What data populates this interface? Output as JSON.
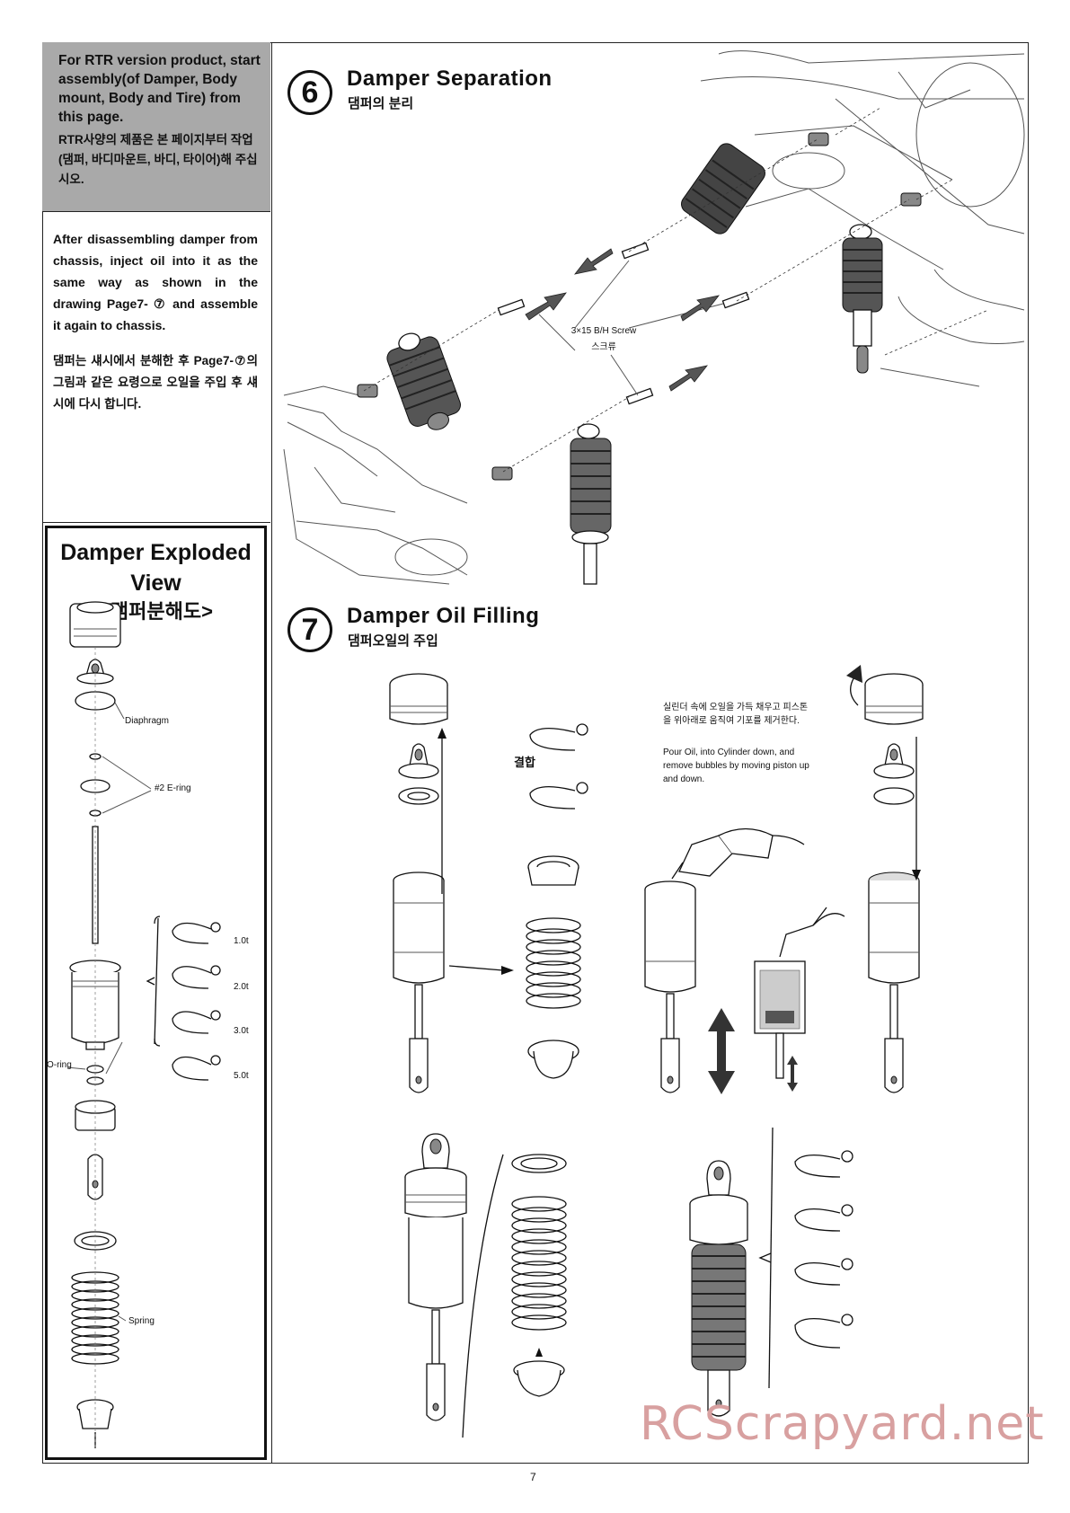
{
  "left": {
    "rtr_en": "For RTR version product, start assembly(of Damper, Body mount, Body and Tire) from this page.",
    "rtr_kr": "RTR사양의 제품은 본 페이지부터 작업(댐퍼, 바디마운트, 바디, 타이어)해 주십시오.",
    "info_en": "After disassembling damper from chassis, inject oil into it as the same way as shown in the drawing Page7- ⑦ and assemble it again to chassis.",
    "info_kr": "댐퍼는 섀시에서 분해한 후 Page7-⑦의 그림과 같은 요령으로 오일을 주입 후 섀시에 다시 합니다."
  },
  "exploded": {
    "title": "Damper Exploded View",
    "title_kr": "<댐퍼분해도>",
    "labels": {
      "diaphragm": "Diaphragm",
      "ering": "#2 E-ring",
      "oring": "O-ring",
      "spring": "Spring",
      "clip1": "1.0t",
      "clip2": "2.0t",
      "clip3": "3.0t",
      "clip4": "5.0t"
    }
  },
  "step6": {
    "number": "6",
    "title": "Damper Separation",
    "title_kr": "댐퍼의 분리",
    "screw_label": "3×15 B/H Screw",
    "screw_label_kr": "스크류"
  },
  "step7": {
    "number": "7",
    "title": "Damper Oil Filling",
    "title_kr": "댐퍼오일의 주입",
    "combine_kr": "결합",
    "note_kr": "실린더 속에 오일을 가득 채우고 피스톤을 위아래로 움직여 기포를 제거한다.",
    "note_en": "Pour Oil, into Cylinder down, and remove bubbles by moving piston up and down."
  },
  "footer": {
    "page_number": "7",
    "watermark": "RCScrapyard.net"
  }
}
